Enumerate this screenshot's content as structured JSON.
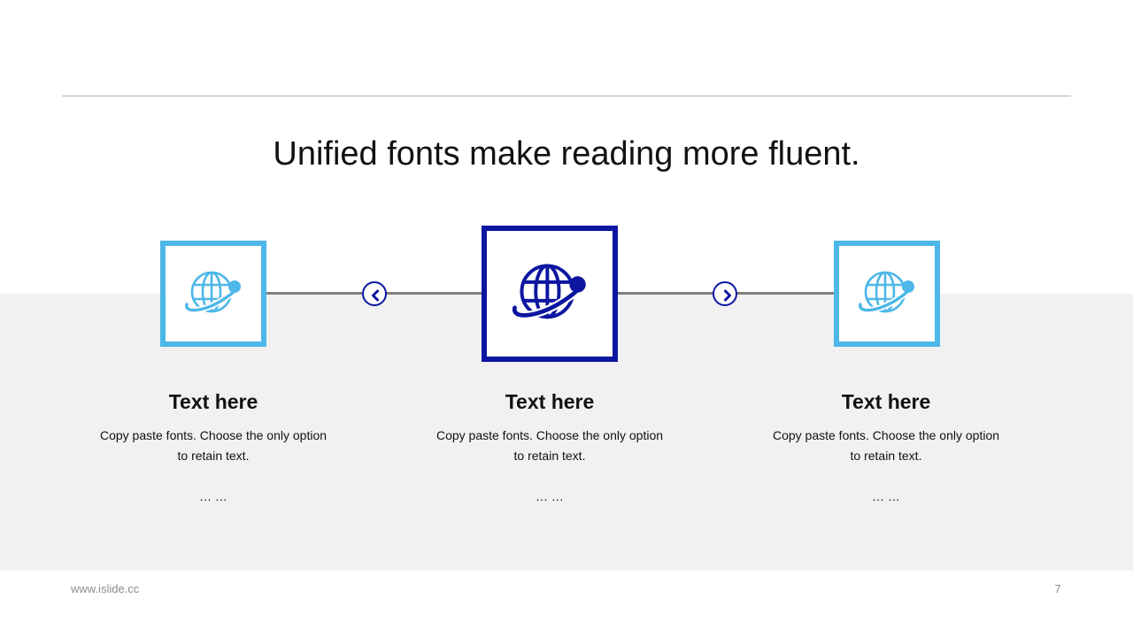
{
  "slide": {
    "title": "Unified fonts make reading more fluent.",
    "colors": {
      "accent_dark": "#0c16a0",
      "accent_light": "#4db7e8",
      "band": "#f1f1f1",
      "connector": "#7f7f7f"
    },
    "icons": {
      "item_icon": "globe-orbit-icon",
      "left_arrow": "chevron-left-icon",
      "right_arrow": "chevron-right-icon"
    },
    "cards": [
      {
        "heading": "Text here",
        "body_line1": "Copy paste fonts. Choose the only option",
        "body_line2": "to retain text.",
        "ellipsis": "… …"
      },
      {
        "heading": "Text here",
        "body_line1": "Copy paste fonts. Choose the only option",
        "body_line2": "to retain text.",
        "ellipsis": "… …"
      },
      {
        "heading": "Text here",
        "body_line1": "Copy paste fonts. Choose the only option",
        "body_line2": "to retain text.",
        "ellipsis": "… …"
      }
    ]
  },
  "footer": {
    "url": "www.islide.cc",
    "page_number": "7"
  }
}
